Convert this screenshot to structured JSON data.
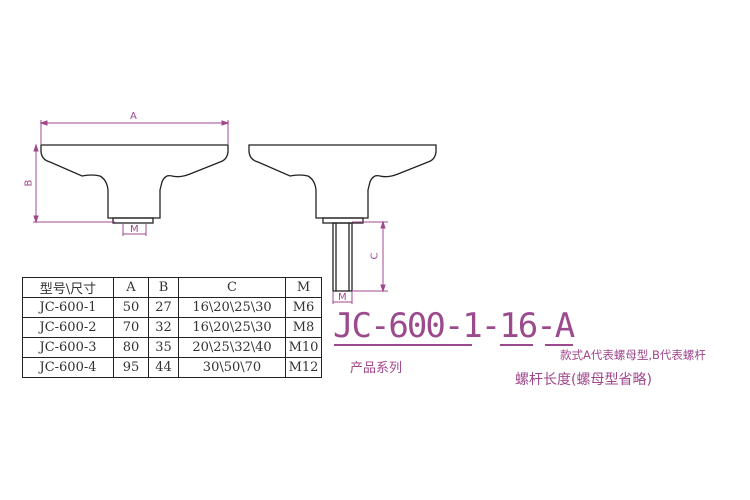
{
  "colors": {
    "dimension": "#a0488c",
    "outline": "#222222"
  },
  "drawing": {
    "dim_a": "A",
    "dim_b": "B",
    "dim_c": "C",
    "dim_m_left": "M",
    "dim_m_right": "M"
  },
  "table": {
    "headers": [
      "型号\\尺寸",
      "A",
      "B",
      "C",
      "M"
    ],
    "rows": [
      [
        "JC-600-1",
        "50",
        "27",
        "16\\20\\25\\30",
        "M6"
      ],
      [
        "JC-600-2",
        "70",
        "32",
        "16\\20\\25\\30",
        "M8"
      ],
      [
        "JC-600-3",
        "80",
        "35",
        "20\\25\\32\\40",
        "M10"
      ],
      [
        "JC-600-4",
        "95",
        "44",
        "30\\50\\70",
        "M12"
      ]
    ]
  },
  "code": {
    "series": "JC-600-1",
    "sep1": "-",
    "length": "16",
    "sep2": "-",
    "style": "A",
    "series_note": "产品系列",
    "style_note": "款式A代表螺母型,B代表螺杆",
    "length_note": "螺杆长度(螺母型省略)"
  }
}
